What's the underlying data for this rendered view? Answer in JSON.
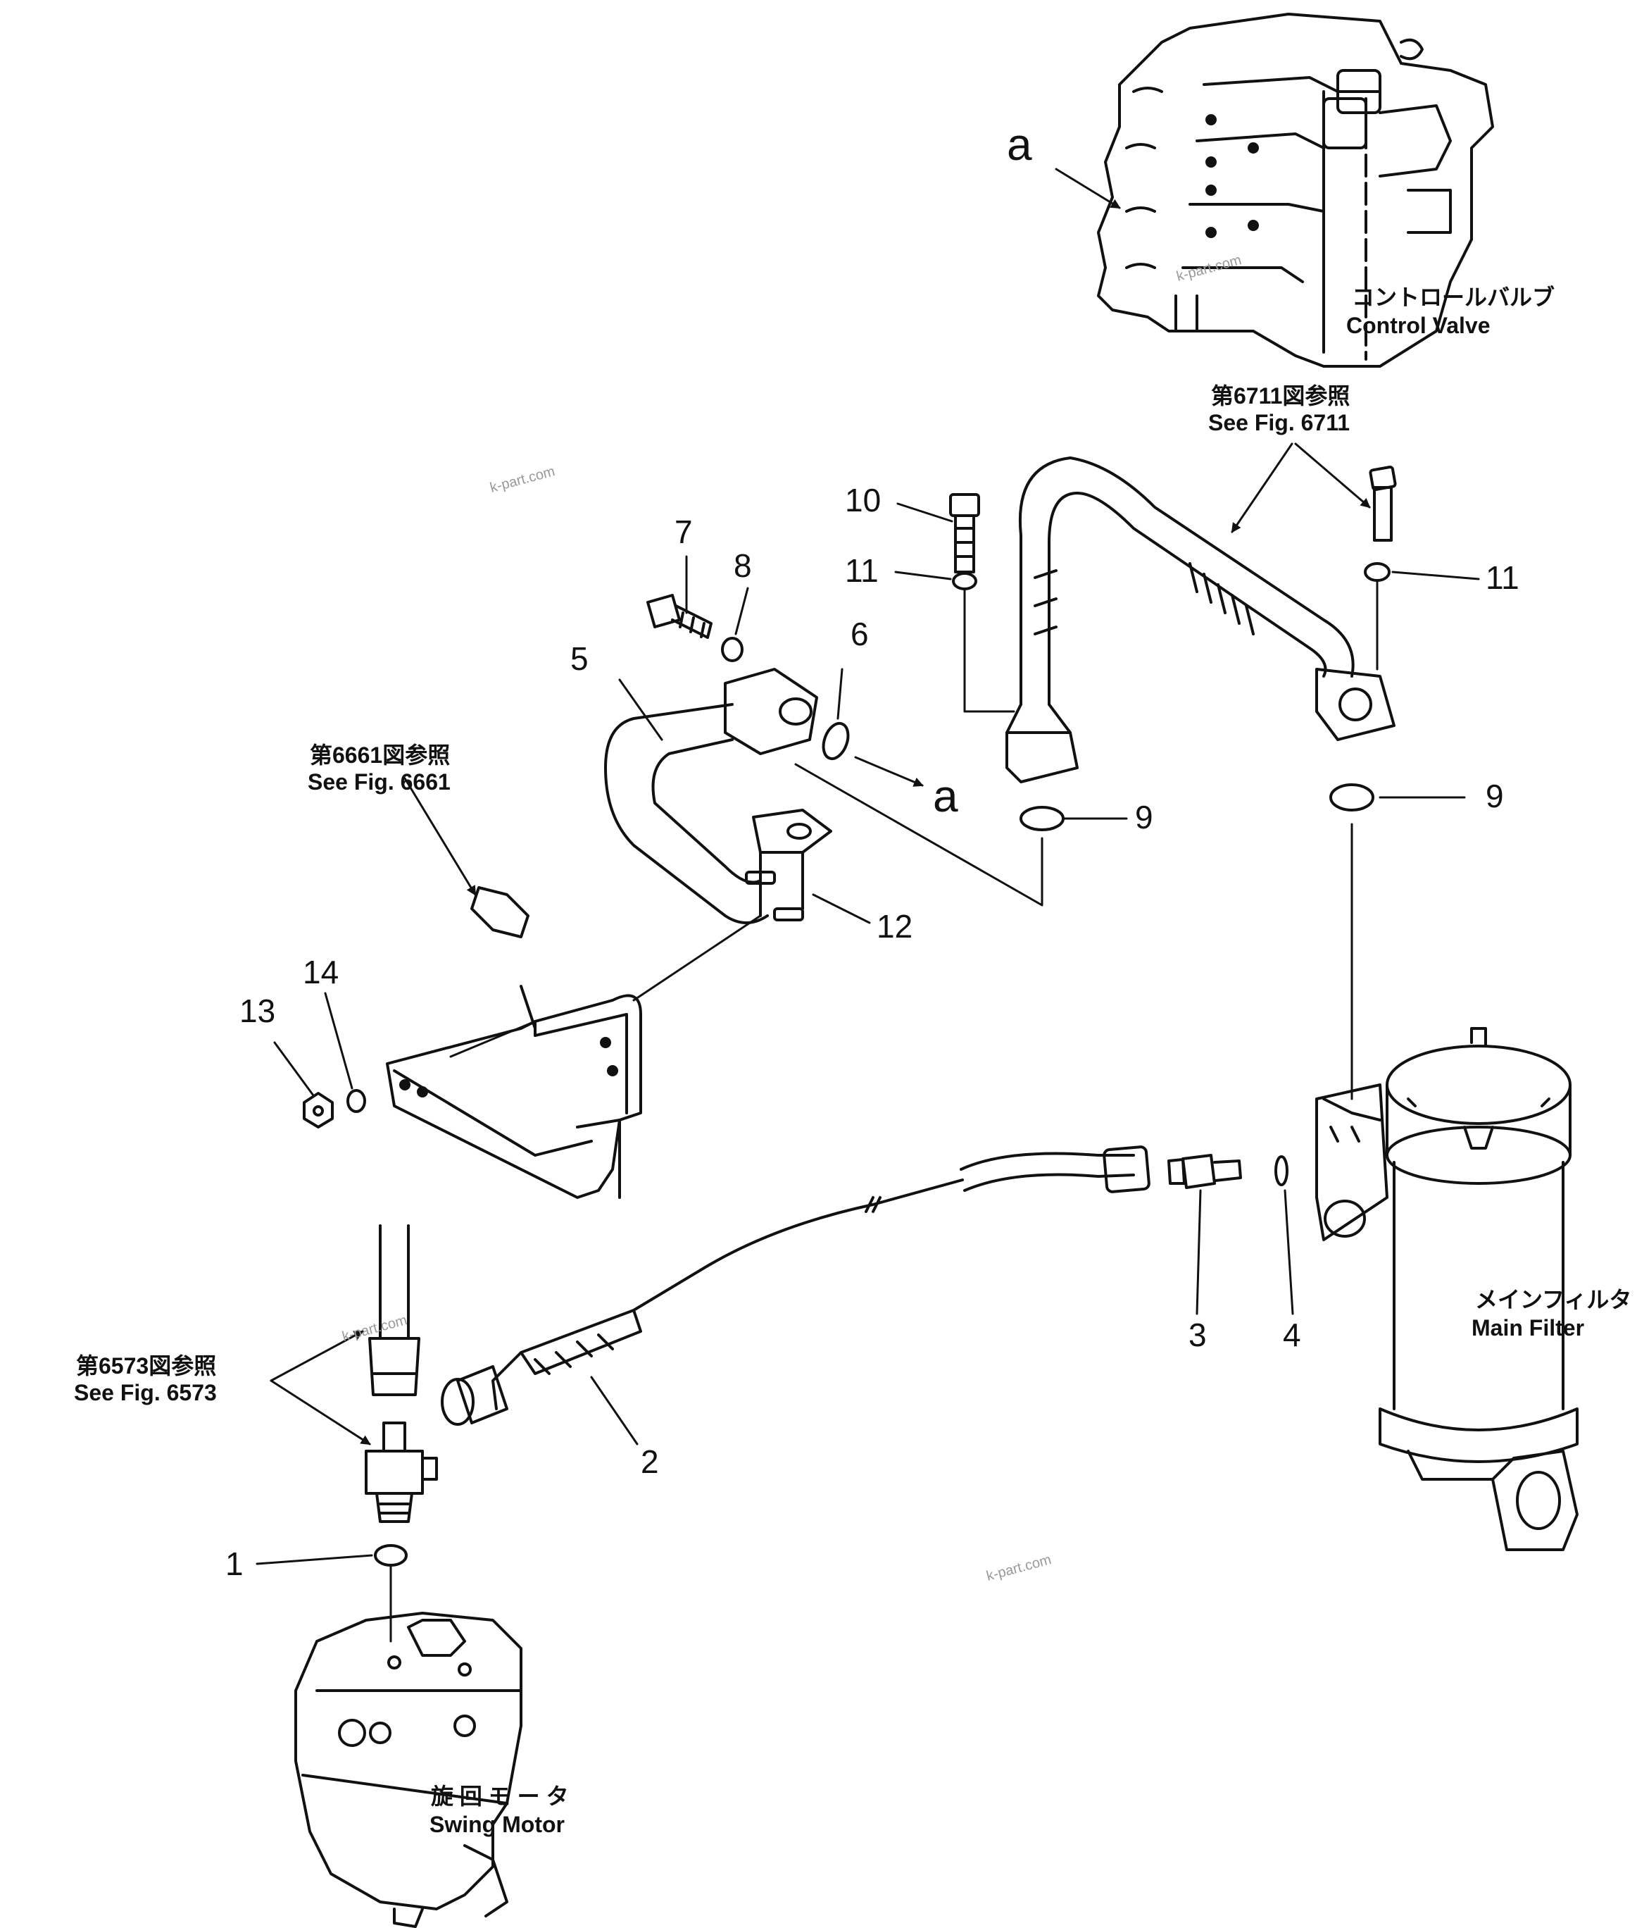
{
  "callouts": {
    "c1": "1",
    "c2": "2",
    "c3": "3",
    "c4": "4",
    "c5": "5",
    "c6": "6",
    "c7": "7",
    "c8": "8",
    "c9a": "9",
    "c9b": "9",
    "c10": "10",
    "c11a": "11",
    "c11b": "11",
    "c12": "12",
    "c13": "13",
    "c14": "14"
  },
  "markers": {
    "a_top": "a",
    "a_mid": "a"
  },
  "components": {
    "control_valve": {
      "jp": "コントロールバルブ",
      "en": "Control  Valve"
    },
    "main_filter": {
      "jp": "メインフィルタ",
      "en": "Main  Filter"
    },
    "swing_motor": {
      "jp": "旋 回 モ ー タ",
      "en": "Swing  Motor"
    }
  },
  "references": {
    "fig6711": {
      "jp": "第6711図参照",
      "en": "See  Fig.  6711"
    },
    "fig6661": {
      "jp": "第6661図参照",
      "en": "See  Fig.  6661"
    },
    "fig6573": {
      "jp": "第6573図参照",
      "en": "See  Fig.  6573"
    }
  },
  "watermarks": {
    "w1": "k-part.com",
    "w2": "k-part.com",
    "w3": "k-part.com",
    "w4": "k-part.com"
  }
}
